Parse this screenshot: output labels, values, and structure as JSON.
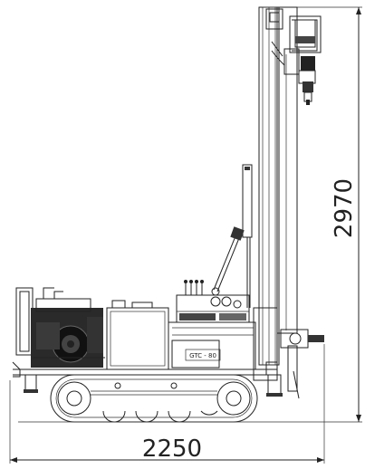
{
  "dimensions": {
    "width_label": "2250",
    "height_label": "2970"
  },
  "machine": {
    "model_plate": "GTC - 80"
  }
}
